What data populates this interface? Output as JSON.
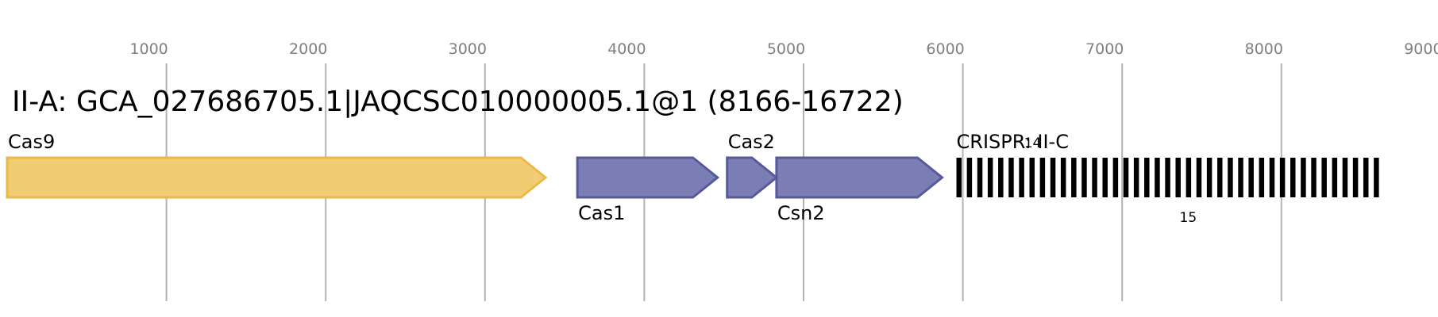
{
  "title": "II-A: GCA_027686705.1|JAQCSC010000005.1@1 (8166-16722)",
  "axis": {
    "ticks": [
      {
        "value": 1000,
        "label": "1000"
      },
      {
        "value": 2000,
        "label": "2000"
      },
      {
        "value": 3000,
        "label": "3000"
      },
      {
        "value": 4000,
        "label": "4000"
      },
      {
        "value": 5000,
        "label": "5000"
      },
      {
        "value": 6000,
        "label": "6000"
      },
      {
        "value": 7000,
        "label": "7000"
      },
      {
        "value": 8000,
        "label": "8000"
      },
      {
        "value": 9000,
        "label": "9000"
      }
    ],
    "color": "#b3b3b3"
  },
  "genes": [
    {
      "name": "Cas9",
      "start": 0,
      "end": 3380,
      "color": "#f2cc72",
      "stroke": "#ebb84a",
      "label_pos": "above"
    },
    {
      "name": "Cas1",
      "start": 3580,
      "end": 4460,
      "color": "#7b7eb5",
      "stroke": "#575a99",
      "label_pos": "below"
    },
    {
      "name": "Cas2",
      "start": 4520,
      "end": 4830,
      "color": "#7b7eb5",
      "stroke": "#575a99",
      "label_pos": "above"
    },
    {
      "name": "Csn2",
      "start": 4830,
      "end": 5870,
      "color": "#7b7eb5",
      "stroke": "#575a99",
      "label_pos": "below"
    }
  ],
  "crispr": {
    "label": "CRISPR: II-C",
    "start": 5870,
    "end": 8540,
    "repeat_count": 41,
    "spacer_count_label_above": "14",
    "spacer_count_label_below": "15",
    "color": "#000000"
  }
}
